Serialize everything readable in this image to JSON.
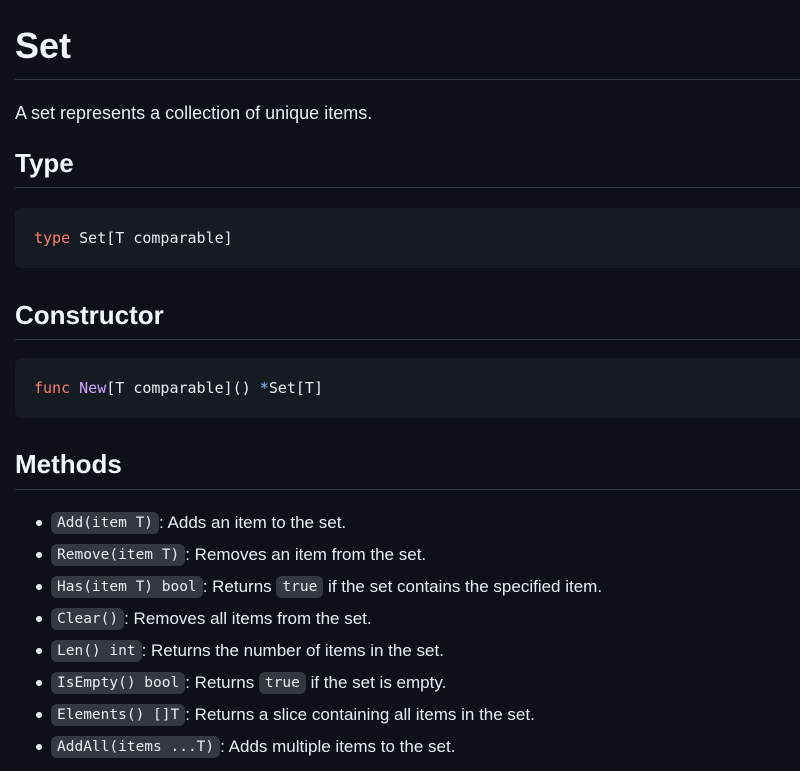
{
  "title": "Set",
  "intro": "A set represents a collection of unique items.",
  "sections": {
    "type": {
      "heading": "Type",
      "code": {
        "keyword": "type",
        "rest": " Set[T comparable]"
      }
    },
    "constructor": {
      "heading": "Constructor",
      "code": {
        "keyword": "func",
        "space": " ",
        "name": "New",
        "params": "[T comparable]() ",
        "pointer": "*",
        "ret": "Set[T]"
      }
    },
    "methods": {
      "heading": "Methods",
      "items": [
        {
          "code": "Add(item T)",
          "desc": ": Adds an item to the set."
        },
        {
          "code": "Remove(item T)",
          "desc": ": Removes an item from the set."
        },
        {
          "code": "Has(item T) bool",
          "desc": ": Returns ",
          "code2": "true",
          "desc2": " if the set contains the specified item."
        },
        {
          "code": "Clear()",
          "desc": ": Removes all items from the set."
        },
        {
          "code": "Len() int",
          "desc": ": Returns the number of items in the set."
        },
        {
          "code": "IsEmpty() bool",
          "desc": ": Returns ",
          "code2": "true",
          "desc2": " if the set is empty."
        },
        {
          "code": "Elements() []T",
          "desc": ": Returns a slice containing all items in the set."
        },
        {
          "code": "AddAll(items ...T)",
          "desc": ": Adds multiple items to the set."
        }
      ]
    }
  }
}
